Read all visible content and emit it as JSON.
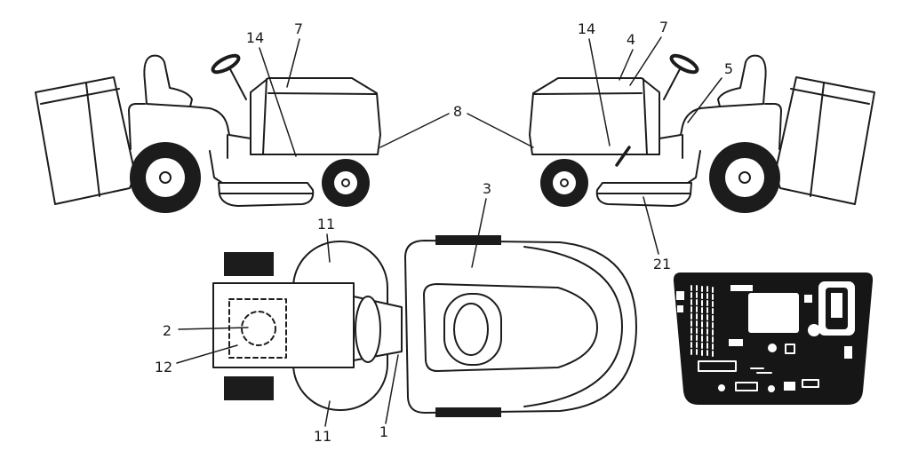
{
  "figure": {
    "background": "#ffffff",
    "line_color": "#1c1c1c",
    "callouts": {
      "left_view": {
        "c14": "14",
        "c7": "7"
      },
      "both_views": {
        "c8": "8"
      },
      "right_view": {
        "c14": "14",
        "c4": "4",
        "c7": "7",
        "c5": "5",
        "c21": "21"
      },
      "top_view": {
        "c11_upper": "11",
        "c11_lower": "11",
        "c2": "2",
        "c12": "12",
        "c1": "1",
        "c3": "3"
      }
    }
  }
}
